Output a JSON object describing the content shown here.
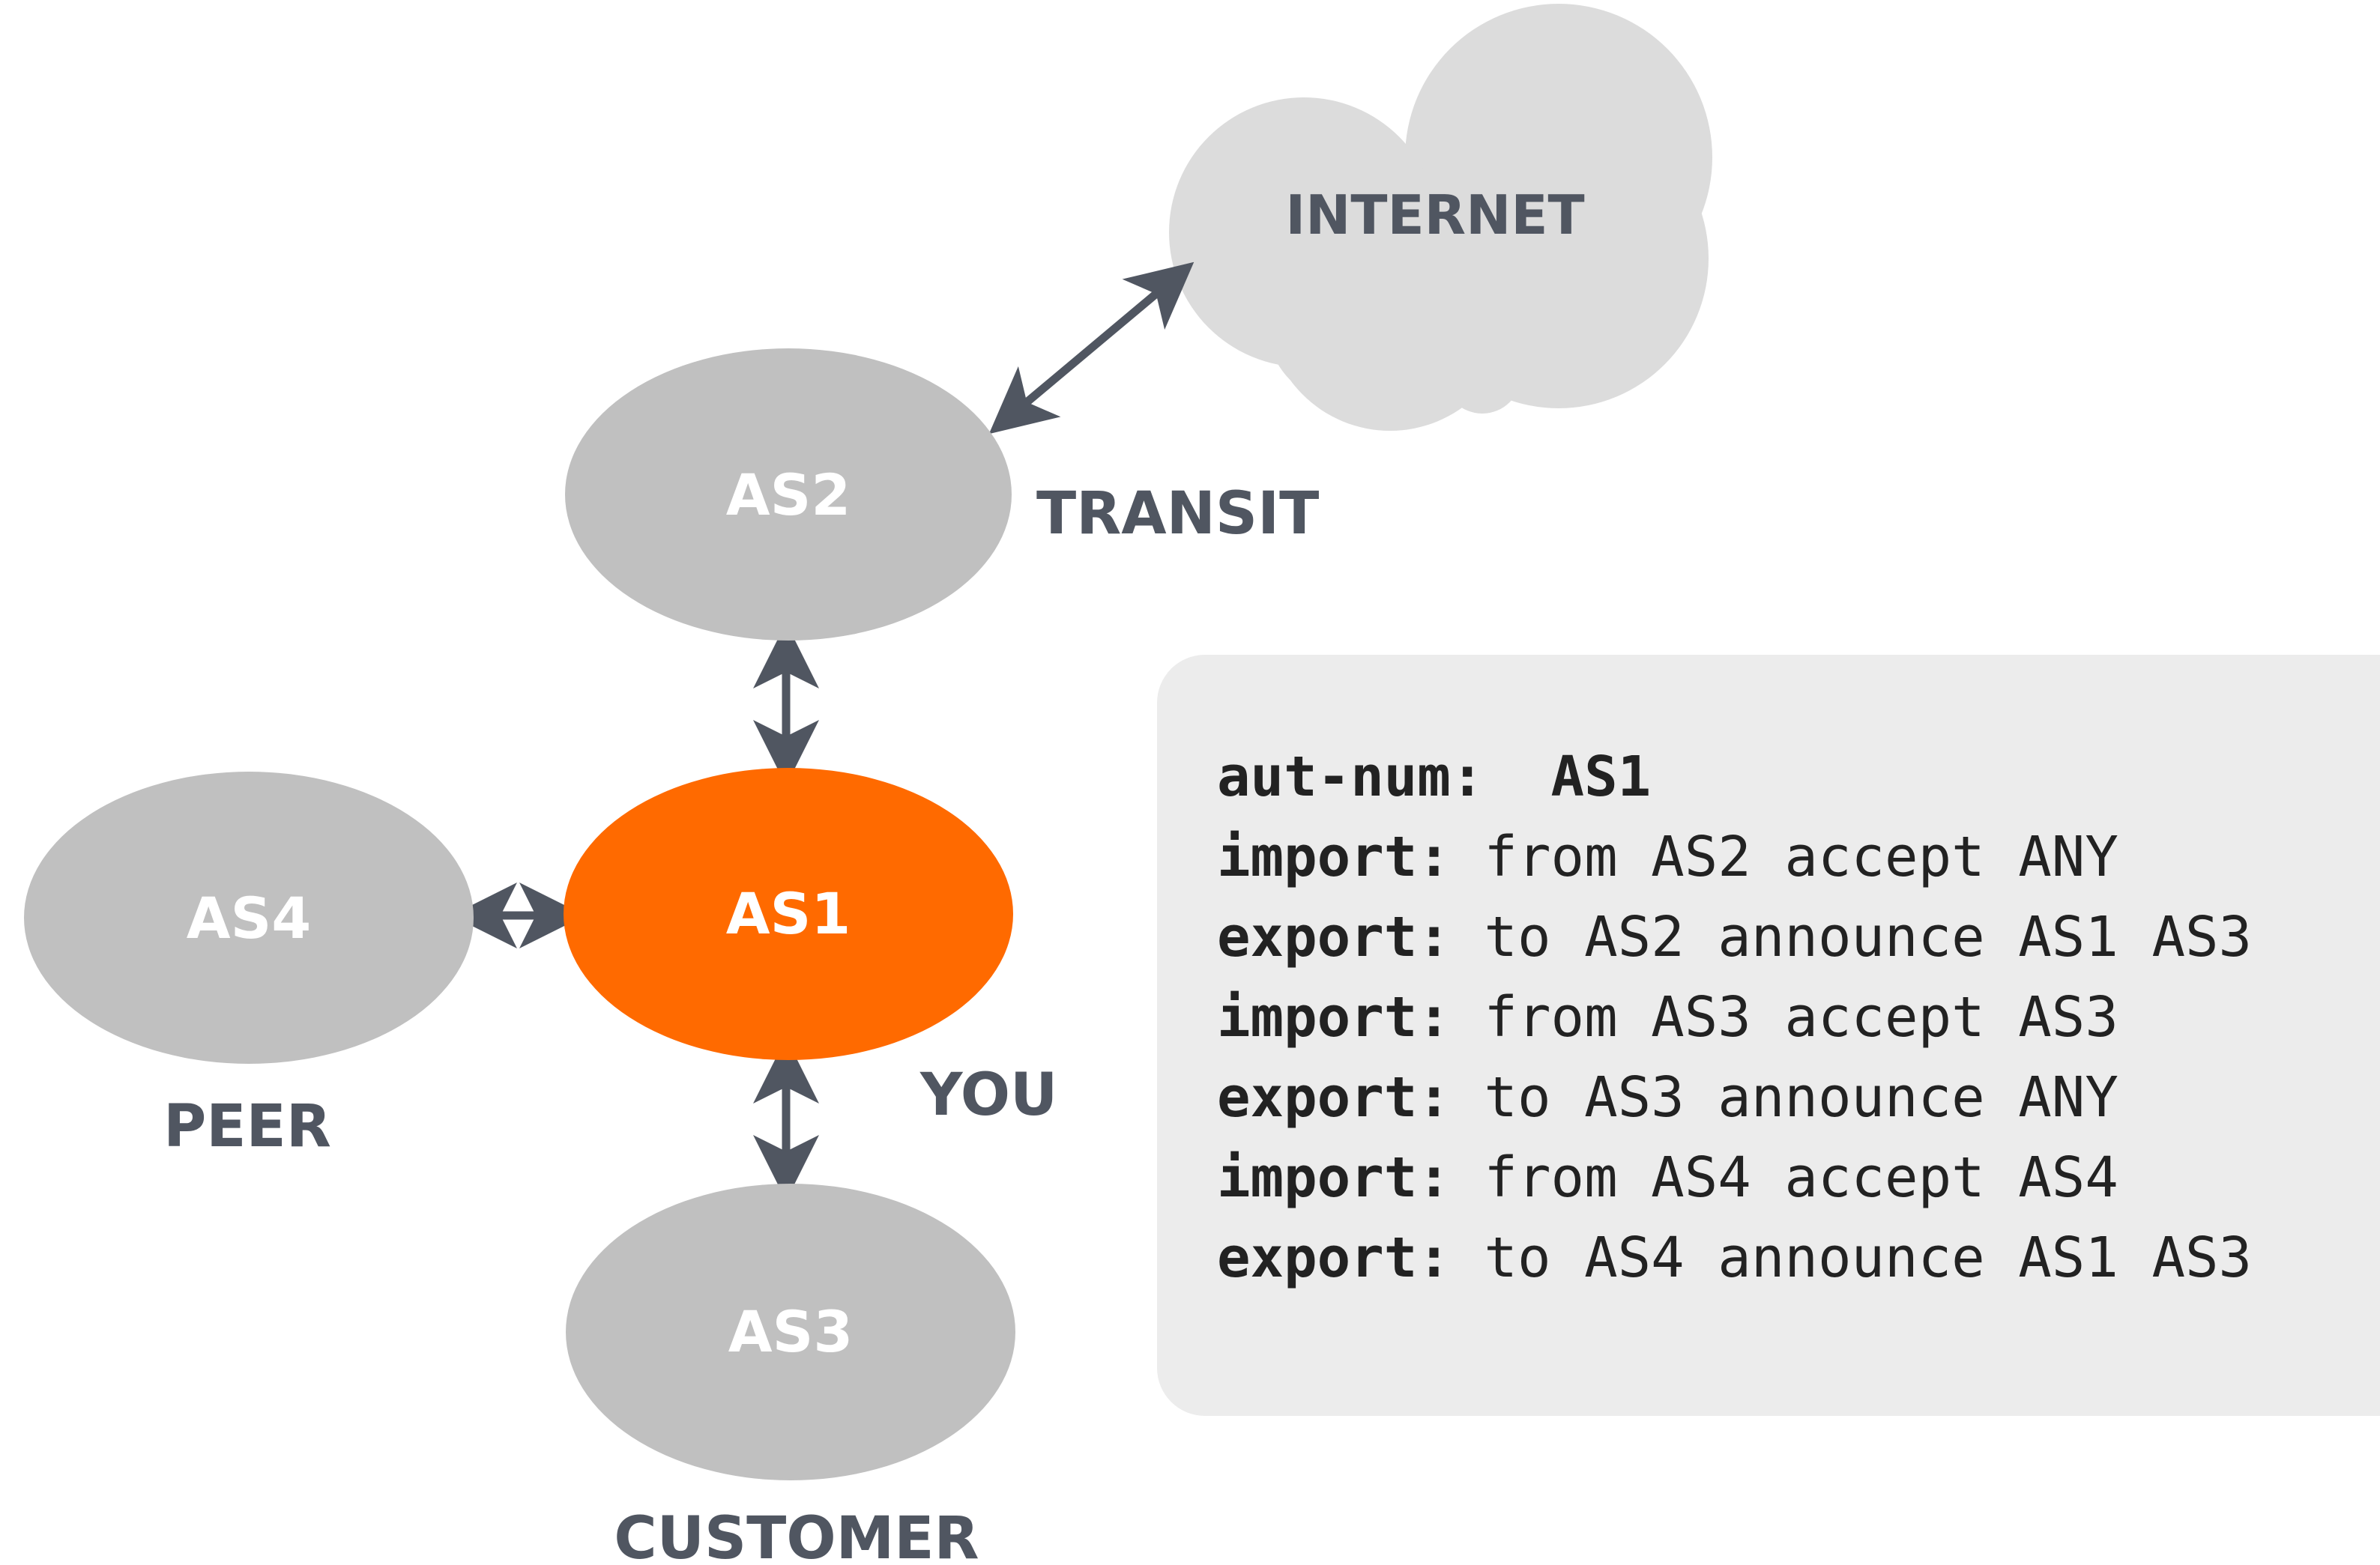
{
  "colors": {
    "node_fill": "#c0c0c0",
    "you_fill": "#ff6a00",
    "cloud_fill": "#dcdcdc",
    "arrow": "#505661",
    "label_text": "#505661",
    "panel_bg": "#ececec"
  },
  "cloud": {
    "label": "INTERNET"
  },
  "nodes": {
    "as2": {
      "label": "AS2",
      "role": "TRANSIT"
    },
    "as1": {
      "label": "AS1",
      "role": "YOU"
    },
    "as4": {
      "label": "AS4",
      "role": "PEER"
    },
    "as3": {
      "label": "AS3",
      "role": "CUSTOMER"
    }
  },
  "policy": {
    "lines": [
      {
        "key": "aut-num:  ",
        "value": "AS1",
        "value_bold": true
      },
      {
        "key": "import: ",
        "value": "from AS2 accept ANY",
        "value_bold": false
      },
      {
        "key": "export: ",
        "value": "to AS2 announce AS1 AS3",
        "value_bold": false
      },
      {
        "key": "import: ",
        "value": "from AS3 accept AS3",
        "value_bold": false
      },
      {
        "key": "export: ",
        "value": "to AS3 announce ANY",
        "value_bold": false
      },
      {
        "key": "import: ",
        "value": "from AS4 accept AS4",
        "value_bold": false
      },
      {
        "key": "export: ",
        "value": "to AS4 announce AS1 AS3",
        "value_bold": false
      }
    ]
  }
}
